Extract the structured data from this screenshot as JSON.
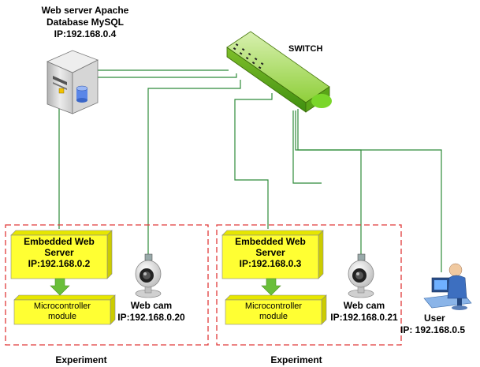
{
  "server": {
    "line1": "Web server Apache",
    "line2": "Database MySQL",
    "line3": "IP:192.168.0.4",
    "icon": "server-tower-icon"
  },
  "switch": {
    "label": "SWITCH",
    "icon": "network-switch-icon"
  },
  "experiments": [
    {
      "embedded": {
        "line1": "Embedded Web",
        "line2": "Server",
        "line3": "IP:192.168.0.2"
      },
      "microcontroller": {
        "line1": "Microcontroller",
        "line2": "module"
      },
      "webcam": {
        "line1": "Web cam",
        "line2": "IP:192.168.0.20"
      },
      "label": "Experiment"
    },
    {
      "embedded": {
        "line1": "Embedded Web",
        "line2": "Server",
        "line3": "IP:192.168.0.3"
      },
      "microcontroller": {
        "line1": "Microcontroller",
        "line2": "module"
      },
      "webcam": {
        "line1": "Web cam",
        "line2": "IP:192.168.0.21"
      },
      "label": "Experiment"
    }
  ],
  "user": {
    "line1": "User",
    "line2": "IP: 192.168.0.5",
    "icon": "user-workstation-icon"
  },
  "colors": {
    "line": "#2e8b3a",
    "box_fill": "#ffff33",
    "box_shadow": "#d9d900",
    "dashed_border": "#e03a3a",
    "arrow": "#6abf3a"
  }
}
